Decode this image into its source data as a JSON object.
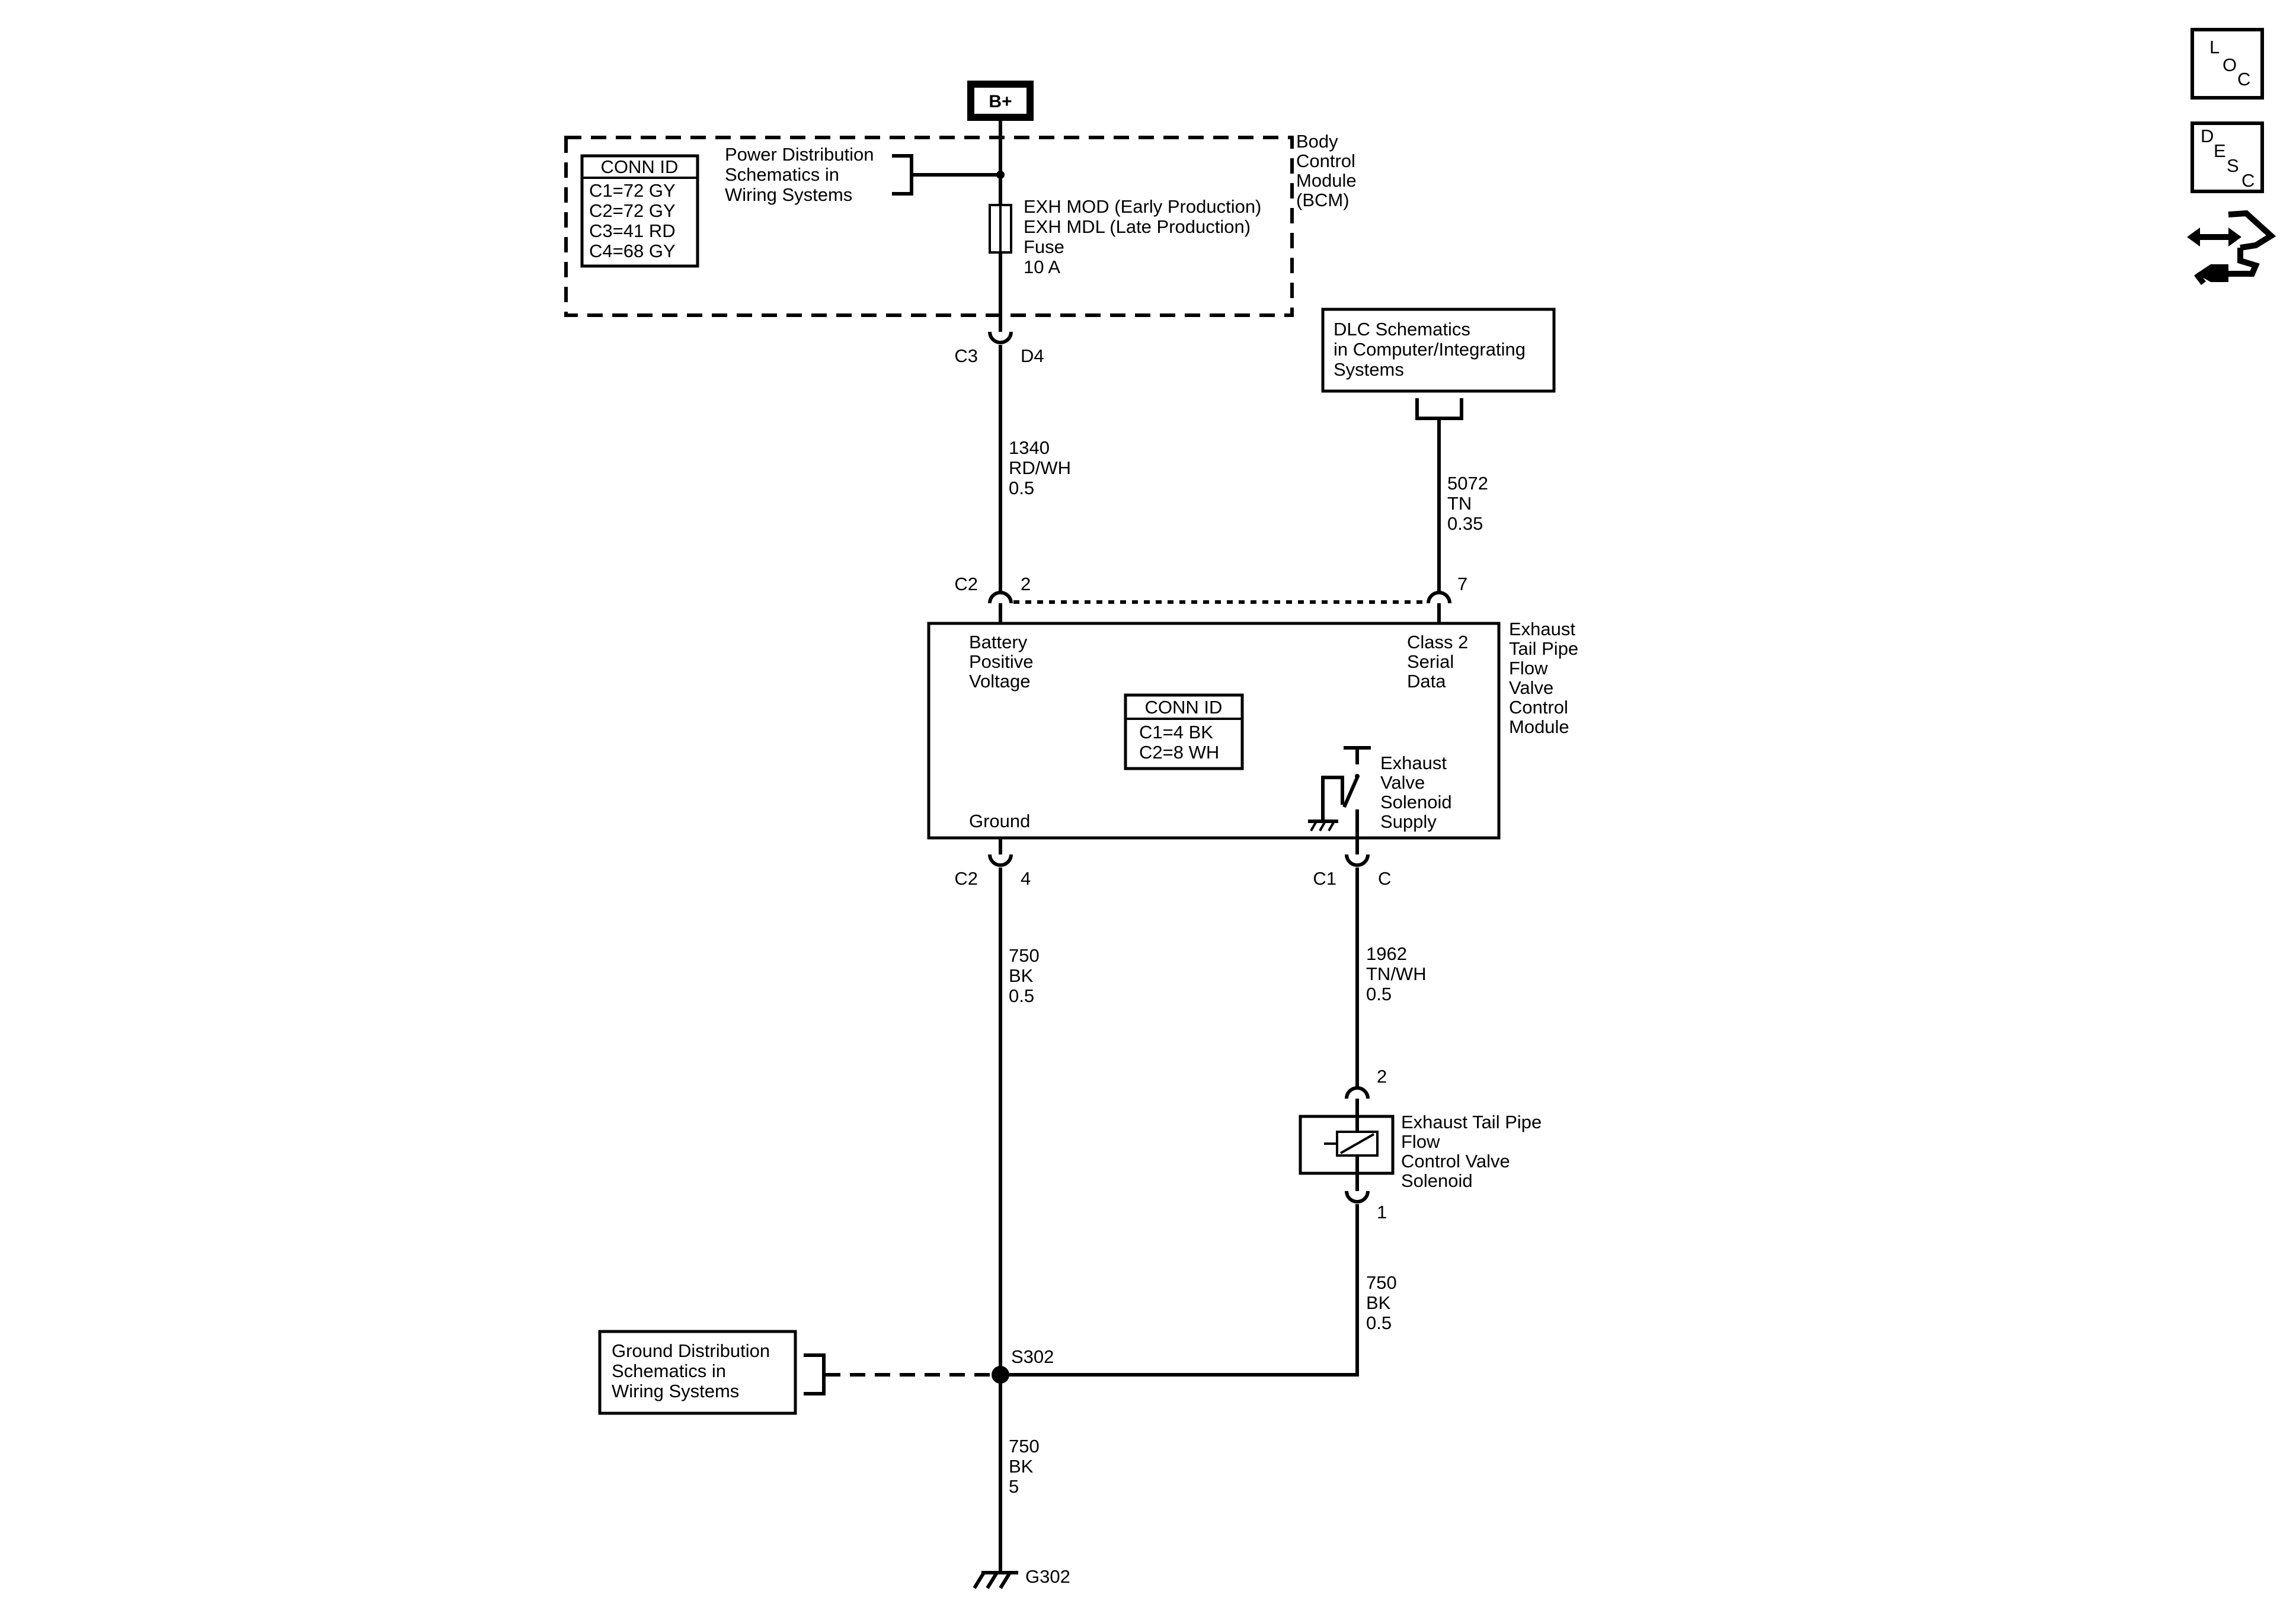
{
  "power_source": "B+",
  "bcm": {
    "name": [
      "Body",
      "Control",
      "Module",
      "(BCM)"
    ],
    "conn_id": {
      "header": "CONN ID",
      "rows": [
        "C1=72 GY",
        "C2=72 GY",
        "C3=41 RD",
        "C4=68 GY"
      ]
    },
    "power_distribution_ref": [
      "Power Distribution",
      "Schematics in",
      "Wiring Systems"
    ],
    "fuse": [
      "EXH MOD (Early Production)",
      "EXH MDL (Late Production)",
      "Fuse",
      "10 A"
    ],
    "out_conn": "C3",
    "out_pin": "D4"
  },
  "wire_power": {
    "circuit": "1340",
    "color": "RD/WH",
    "size": "0.5"
  },
  "dlc_ref": [
    "DLC Schematics",
    "in Computer/Integrating",
    "Systems"
  ],
  "wire_data": {
    "circuit": "5072",
    "color": "TN",
    "size": "0.35"
  },
  "module": {
    "name": [
      "Exhaust",
      "Tail Pipe",
      "Flow",
      "Valve",
      "Control",
      "Module"
    ],
    "conn_id": {
      "header": "CONN ID",
      "rows": [
        "C1=4 BK",
        "C2=8 WH"
      ]
    },
    "battery_label": [
      "Battery",
      "Positive",
      "Voltage"
    ],
    "serial_label": [
      "Class 2",
      "Serial",
      "Data"
    ],
    "ground_label": "Ground",
    "solenoid_supply_label": [
      "Exhaust",
      "Valve",
      "Solenoid",
      "Supply"
    ],
    "bat_conn": "C2",
    "bat_pin": "2",
    "data_pin": "7",
    "gnd_conn": "C2",
    "gnd_pin": "4",
    "sup_conn": "C1",
    "sup_pin": "C"
  },
  "wire_ground_module": {
    "circuit": "750",
    "color": "BK",
    "size": "0.5"
  },
  "wire_supply": {
    "circuit": "1962",
    "color": "TN/WH",
    "size": "0.5"
  },
  "solenoid": {
    "name": [
      "Exhaust Tail Pipe",
      "Flow",
      "Control Valve",
      "Solenoid"
    ],
    "pin_top": "2",
    "pin_bottom": "1"
  },
  "wire_solenoid_ground": {
    "circuit": "750",
    "color": "BK",
    "size": "0.5"
  },
  "ground_ref": [
    "Ground Distribution",
    "Schematics in",
    "Wiring Systems"
  ],
  "splice": "S302",
  "wire_main_ground": {
    "circuit": "750",
    "color": "BK",
    "size": "5"
  },
  "ground": "G302",
  "nav_icons": [
    {
      "name": "location",
      "letters": [
        "L",
        "O",
        "C"
      ]
    },
    {
      "name": "description",
      "letters": [
        "D",
        "E",
        "S",
        "C"
      ]
    },
    {
      "name": "connector-repair",
      "letters": []
    }
  ]
}
